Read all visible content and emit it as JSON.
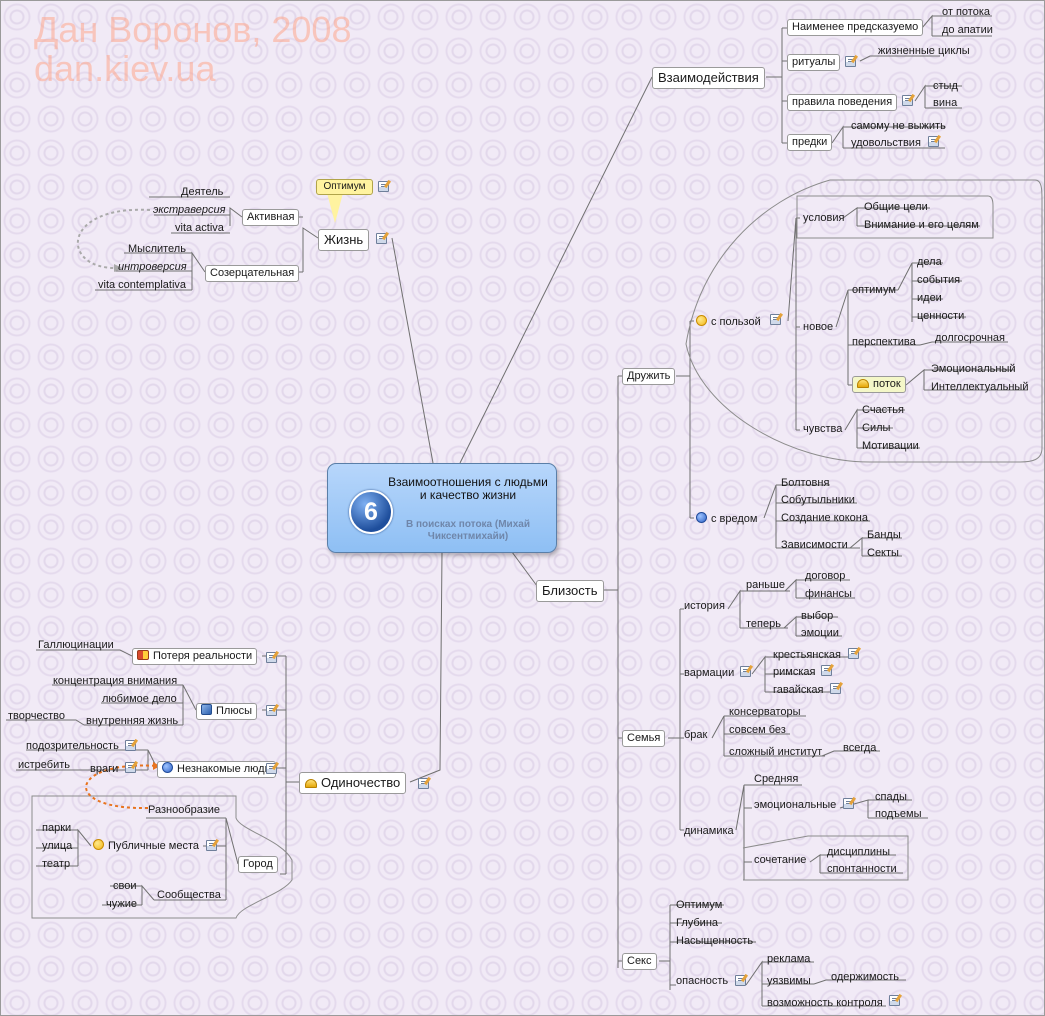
{
  "watermark": {
    "line1": "Дан Воронов, 2008",
    "line2": "dan.kiev.ua"
  },
  "central": {
    "badge": "6",
    "title": "Взаимоотношения с людьми и качество жизни",
    "subtitle": "В поисках потока (Михай Чиксентмихайи)"
  },
  "callout": "Оптимум",
  "life": {
    "label": "Жизнь",
    "active": {
      "label": "Активная",
      "items": [
        "Деятель",
        "экстраверсия",
        "vita activa"
      ]
    },
    "contemplative": {
      "label": "Созерцательная",
      "items": [
        "Мыслитель",
        "интроверсия",
        "vita contemplativa"
      ]
    }
  },
  "loneliness": {
    "label": "Одиночество",
    "loss": {
      "label": "Потеря реальности",
      "items": [
        "Галлюцинации"
      ]
    },
    "plus": {
      "label": "Плюсы",
      "items": [
        "концентрация внимания",
        "любимое дело",
        "внутренняя жизнь",
        "творчество"
      ]
    },
    "strangers": {
      "label": "Незнакомые люди",
      "suspicious": "подозрительность",
      "enemies": "враги",
      "exterminate": "истребить"
    },
    "city": {
      "label": "Город",
      "variety": "Разнообразие",
      "public": {
        "label": "Публичные места",
        "items": [
          "парки",
          "улица",
          "театр"
        ]
      },
      "communities": {
        "label": "Сообщества",
        "items": [
          "свои",
          "чужие"
        ]
      }
    }
  },
  "interactions": {
    "label": "Взаимодействия",
    "least": {
      "label": "Наименее предсказуемо",
      "items": [
        "от потока",
        "до апатии"
      ]
    },
    "rituals": {
      "label": "ритуалы",
      "items": [
        "жизненные циклы"
      ]
    },
    "rules": {
      "label": "правила поведения",
      "items": [
        "стыд",
        "вина"
      ]
    },
    "ancestors": {
      "label": "предки",
      "items": [
        "самому не выжить",
        "удовольствия"
      ]
    }
  },
  "closeness": {
    "label": "Близость",
    "friends": {
      "label": "Дружить",
      "benefit": {
        "label": "с пользой",
        "conditions": {
          "label": "условия",
          "items": [
            "Общие цели",
            "Внимание и его целям"
          ]
        },
        "novelty": {
          "label": "новое",
          "optimum": {
            "label": "оптимум",
            "items": [
              "дела",
              "события",
              "идеи",
              "ценности"
            ]
          },
          "perspective": {
            "label": "перспектива",
            "items": [
              "долгосрочная"
            ]
          },
          "flow": {
            "label": "поток",
            "items": [
              "Эмоциональный",
              "Интеллектуальный"
            ]
          }
        },
        "feelings": {
          "label": "чувства",
          "items": [
            "Счастья",
            "Силы",
            "Мотивации"
          ]
        }
      },
      "harm": {
        "label": "с вредом",
        "items": [
          "Болтовня",
          "Собутыльники",
          "Создание кокона"
        ],
        "dependence": {
          "label": "Зависимости",
          "items": [
            "Банды",
            "Секты"
          ]
        }
      }
    },
    "family": {
      "label": "Семья",
      "history": {
        "label": "история",
        "before": {
          "label": "раньше",
          "items": [
            "договор",
            "финансы"
          ]
        },
        "now": {
          "label": "теперь",
          "items": [
            "выбор",
            "эмоции"
          ]
        }
      },
      "variations": {
        "label": "вармации",
        "items": [
          "крестьянская",
          "римская",
          "гавайская"
        ]
      },
      "marriage": {
        "label": "брак",
        "items": [
          "консерваторы",
          "совсем без",
          "сложный институт"
        ],
        "always": "всегда"
      },
      "dynamics": {
        "label": "динамика",
        "medium": "Средняя",
        "emotional": {
          "label": "эмоциональные",
          "items": [
            "спады",
            "подъемы"
          ]
        },
        "combo": {
          "label": "сочетание",
          "items": [
            "дисциплины",
            "спонтанности"
          ]
        }
      }
    },
    "sex": {
      "label": "Секс",
      "items": [
        "Оптимум",
        "Глубина",
        "Насыщенность"
      ],
      "danger": {
        "label": "опасность",
        "items": [
          "реклама",
          "уязвимы",
          "возможность контроля"
        ],
        "obsession": "одержимость"
      }
    }
  },
  "colors": {
    "central_fill": "#9cc8f8",
    "callout_fill": "#fff3a0",
    "dash_orange": "#e8731e",
    "dash_gray": "#aaaaaa",
    "watermark": "#ffa082"
  }
}
